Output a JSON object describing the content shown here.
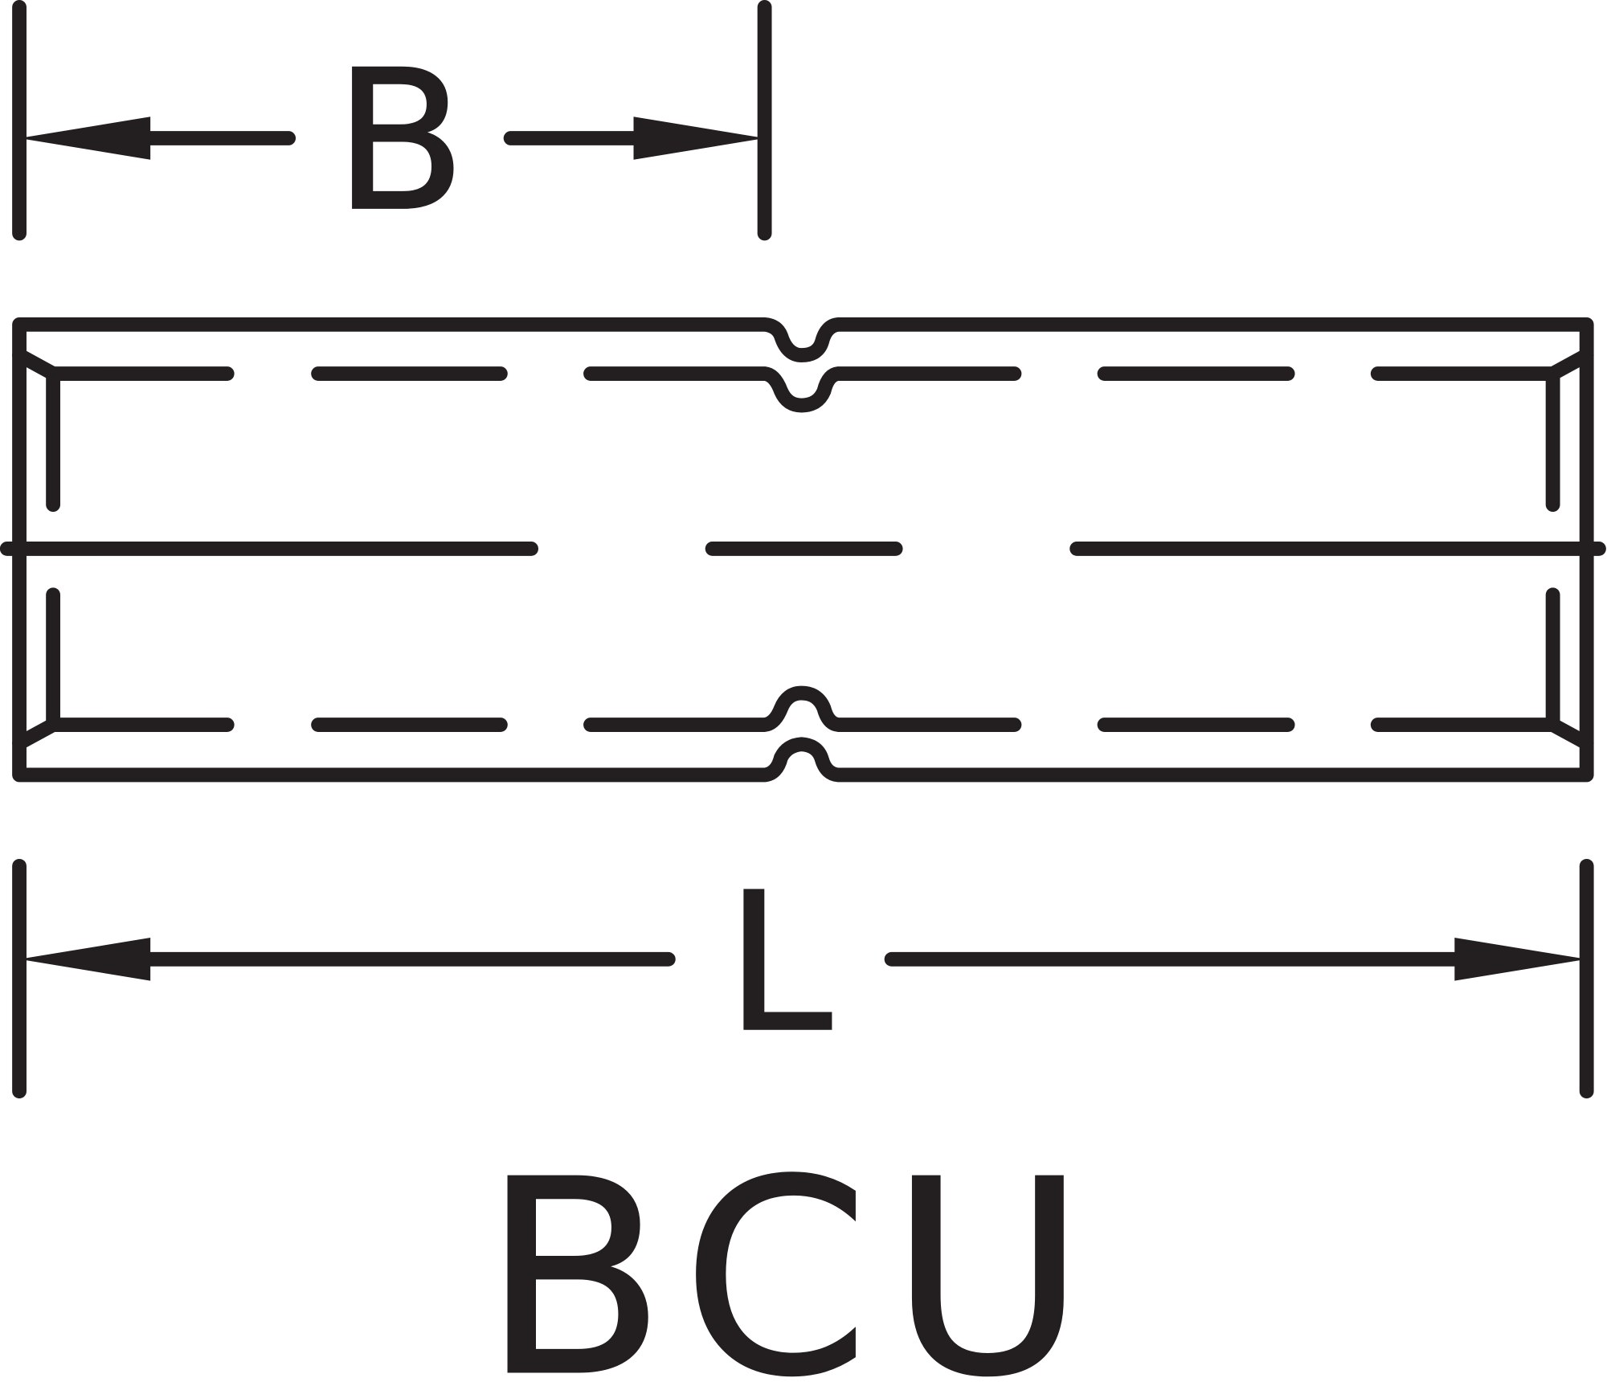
{
  "drawing": {
    "title": "BCU",
    "width_dimension_label": "B",
    "length_dimension_label": "L",
    "line_color": "#231f20",
    "background_color": "#ffffff"
  }
}
